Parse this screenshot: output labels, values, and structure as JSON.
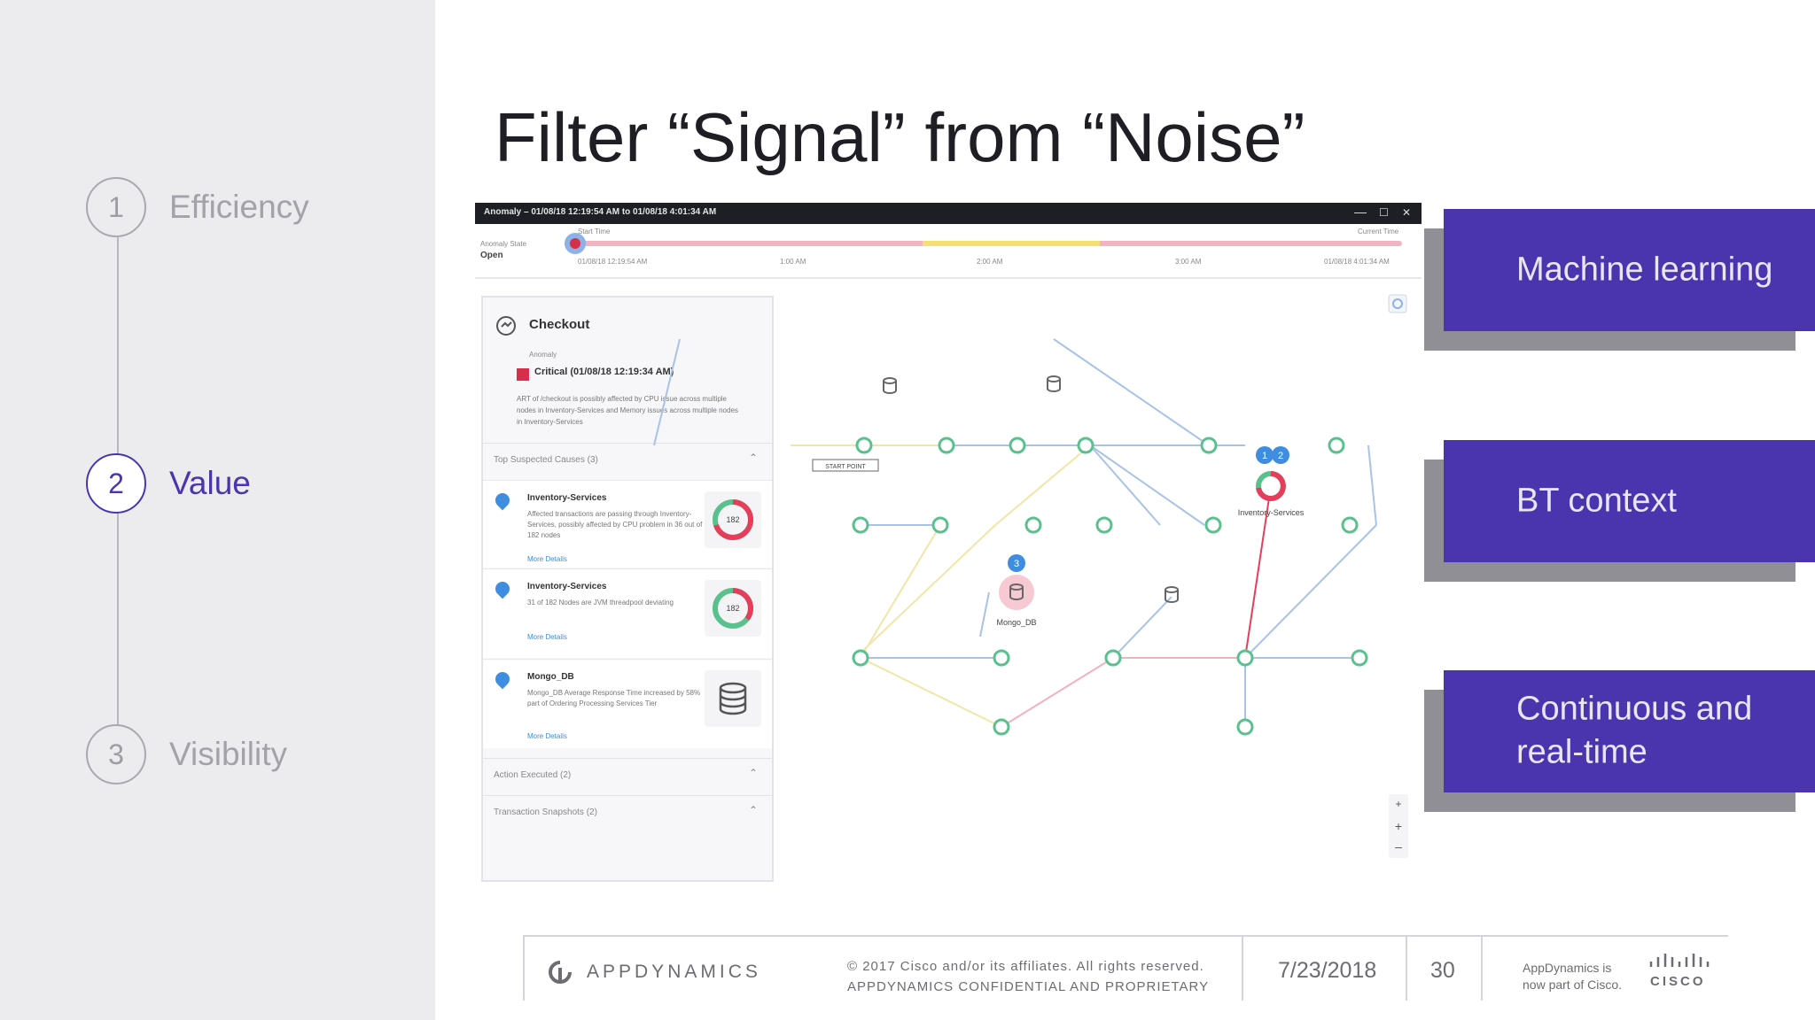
{
  "sidebar": {
    "steps": [
      {
        "number": "1",
        "label": "Efficiency",
        "active": false
      },
      {
        "number": "2",
        "label": "Value",
        "active": true
      },
      {
        "number": "3",
        "label": "Visibility",
        "active": false
      }
    ]
  },
  "title": "Filter “Signal” from “Noise”",
  "screenshot": {
    "window_title": "Anomaly – 01/08/18 12:19:54 AM to 01/08/18 4:01:34 AM",
    "window_buttons": [
      "—",
      "☐",
      "✕"
    ],
    "timeline": {
      "status_label": "Anomaly State",
      "status_value": "Open",
      "start_label": "Start Time",
      "current_label": "Current Time",
      "ticks": [
        "01/08/18 12:19:54 AM",
        "1:00 AM",
        "2:00 AM",
        "3:00 AM",
        "01/08/18 4:01:34 AM"
      ],
      "colors": {
        "critical": "#f0b4c2",
        "warning": "#f5de72",
        "marker": "#d62f4b"
      }
    },
    "panel": {
      "title": "Checkout",
      "subtitle": "Anomaly",
      "severity": "Critical (01/08/18 12:19:34 AM)",
      "description": "ART of /checkout is possibly affected by CPU issue across multiple nodes in Inventory-Services and Memory issues across multiple nodes in Inventory-Services",
      "causes_header": "Top Suspected Causes (3)",
      "causes": [
        {
          "title": "Inventory-Services",
          "text": "Affected transactions are passing through Inventory-Services, possibly affected by CPU problem in 36 out of 182 nodes",
          "link": "More Details",
          "donut_value": "182",
          "icon": "donut-icon"
        },
        {
          "title": "Inventory-Services",
          "text": "31 of 182 Nodes are JVM threadpool deviating",
          "link": "More Details",
          "donut_value": "182",
          "icon": "donut-icon"
        },
        {
          "title": "Mongo_DB",
          "text": "Mongo_DB Average Response Time increased by 58% part of Ordering Processing Services Tier",
          "link": "More Details",
          "icon": "database-icon"
        }
      ],
      "actions_header": "Action Executed (2)",
      "snapshots_header": "Transaction Snapshots (2)"
    },
    "flow_map": {
      "start_label": "START POINT",
      "inventory_label": "Inventory-Services",
      "mongo_label": "Mongo_DB",
      "pins": [
        "1",
        "2",
        "3"
      ],
      "zoom_controls": [
        "+",
        "+",
        "–"
      ],
      "colors": {
        "node": "#5ac18e",
        "critical": "#e53e5a",
        "blue_line": "#a9c3e8",
        "yellow_line": "#f2e6a6",
        "pink_line": "#f3b0bf",
        "pin": "#3e8de0"
      }
    }
  },
  "callouts": [
    {
      "lines": [
        "Machine learning"
      ]
    },
    {
      "lines": [
        "BT context"
      ]
    },
    {
      "lines": [
        "Continuous and",
        "real-time"
      ]
    }
  ],
  "footer": {
    "brand": "APPDYNAMICS",
    "copyright": "© 2017 Cisco and/or its affiliates. All rights reserved.",
    "confidential": "APPDYNAMICS CONFIDENTIAL AND PROPRIETARY",
    "date": "7/23/2018",
    "page": "30",
    "part_of": [
      "AppDynamics is",
      "now part of Cisco."
    ],
    "cisco": "CISCO"
  },
  "colors": {
    "accent": "#4b35ae",
    "sidebar_bg": "#ececef",
    "shadow": "#8f8f95"
  }
}
